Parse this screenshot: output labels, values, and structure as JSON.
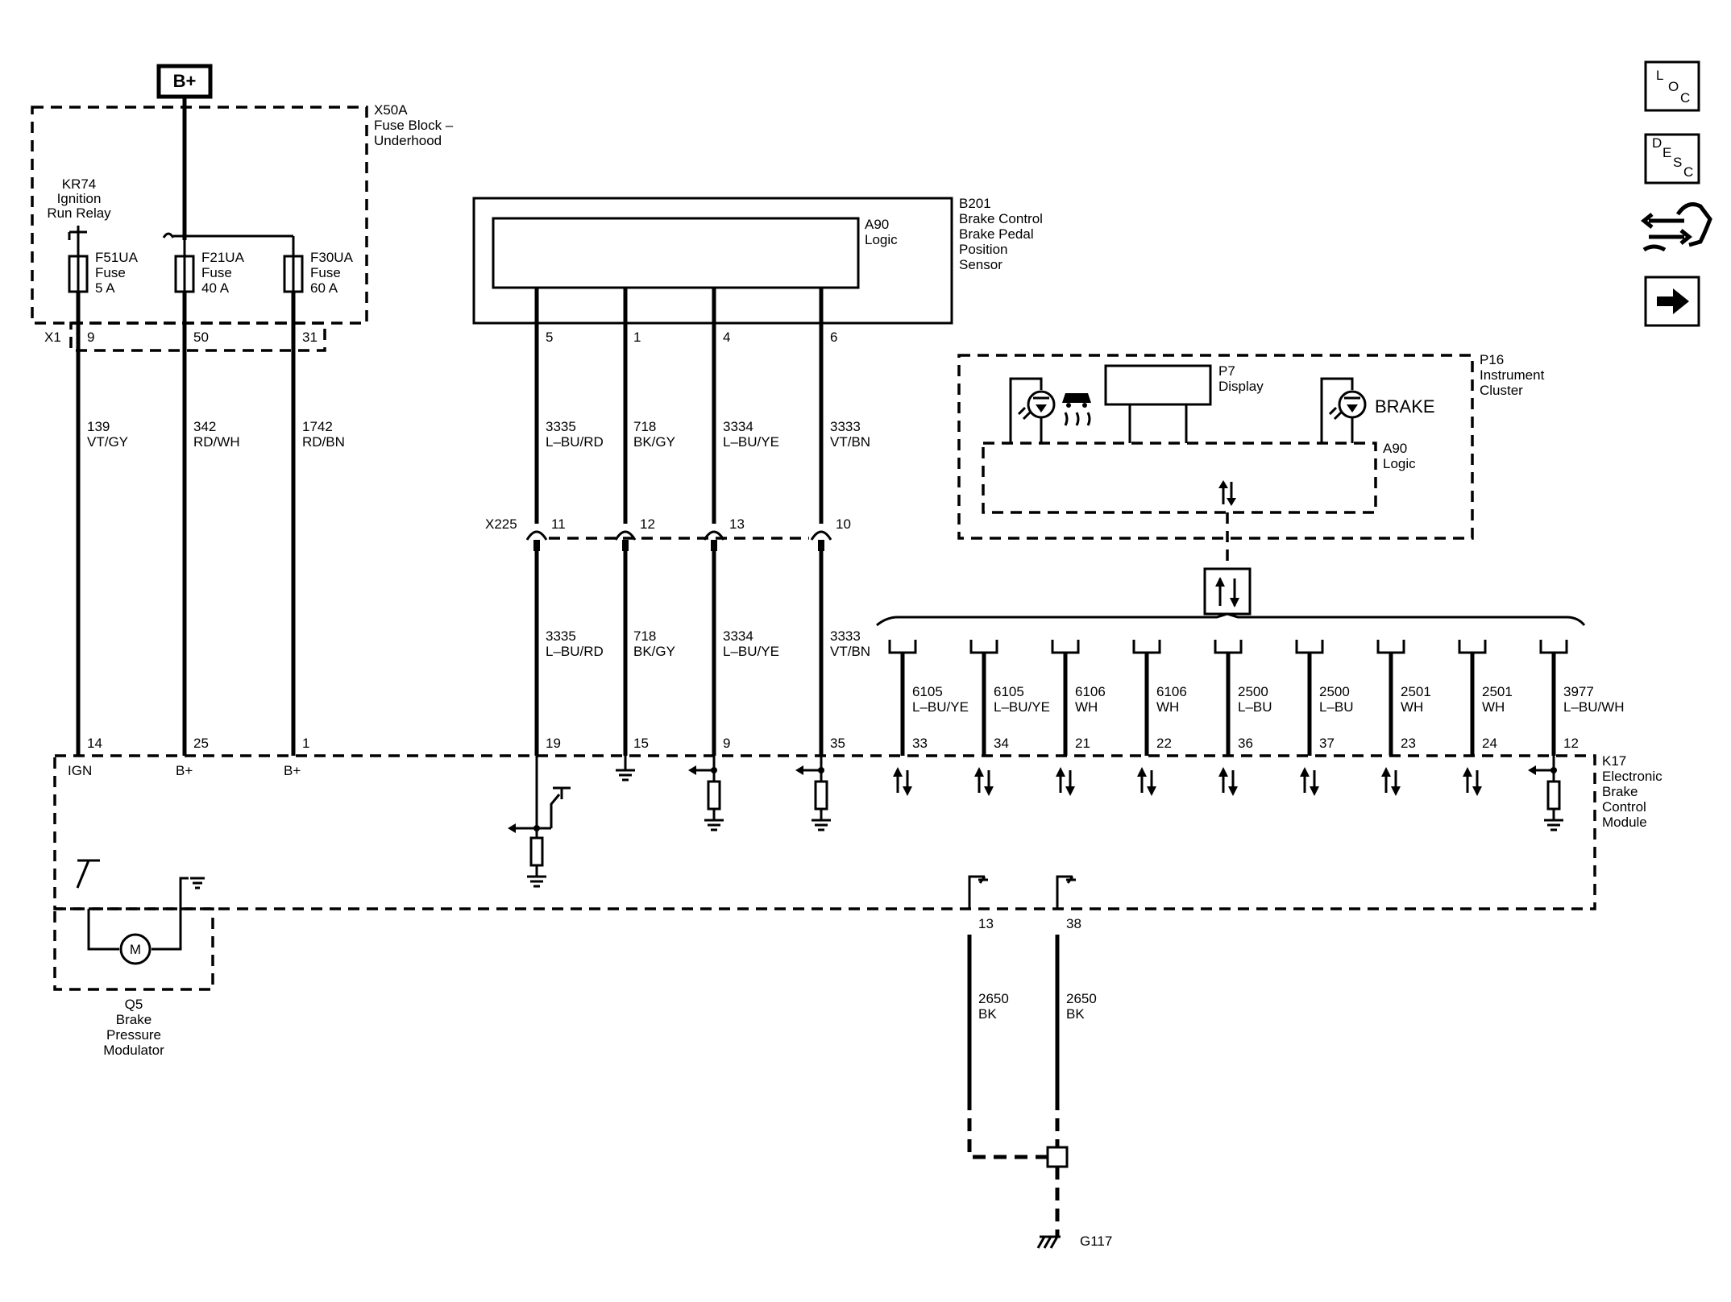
{
  "power": {
    "bplus": "B+"
  },
  "fuse_block": {
    "id": "X50A",
    "name1": "Fuse Block –",
    "name2": "Underhood",
    "connector": "X1",
    "relay": {
      "id": "KR74",
      "l1": "Ignition",
      "l2": "Run Relay"
    },
    "fuses": [
      {
        "id": "F51UA",
        "type": "Fuse",
        "rating": "5 A",
        "pin": "9"
      },
      {
        "id": "F21UA",
        "type": "Fuse",
        "rating": "40 A",
        "pin": "50"
      },
      {
        "id": "F30UA",
        "type": "Fuse",
        "rating": "60 A",
        "pin": "31"
      }
    ]
  },
  "supply_wires": [
    {
      "circuit": "139",
      "color": "VT/GY"
    },
    {
      "circuit": "342",
      "color": "RD/WH"
    },
    {
      "circuit": "1742",
      "color": "RD/BN"
    }
  ],
  "sensor": {
    "id": "B201",
    "l1": "Brake Control",
    "l2": "Brake Pedal",
    "l3": "Position",
    "l4": "Sensor",
    "logic_id": "A90",
    "logic_name": "Logic",
    "pins": [
      "5",
      "1",
      "4",
      "6"
    ]
  },
  "sensor_wires": [
    {
      "circuit": "3335",
      "color": "L–BU/RD"
    },
    {
      "circuit": "718",
      "color": "BK/GY"
    },
    {
      "circuit": "3334",
      "color": "L–BU/YE"
    },
    {
      "circuit": "3333",
      "color": "VT/BN"
    }
  ],
  "inline_connector": {
    "id": "X225",
    "pins": [
      "11",
      "12",
      "13",
      "10"
    ]
  },
  "cluster": {
    "id": "P16",
    "l1": "Instrument",
    "l2": "Cluster",
    "display_id": "P7",
    "display_name": "Display",
    "logic_id": "A90",
    "logic_name": "Logic",
    "brake_label": "BRAKE"
  },
  "bus_wires": [
    {
      "circuit": "6105",
      "color": "L–BU/YE",
      "pin": "33"
    },
    {
      "circuit": "6105",
      "color": "L–BU/YE",
      "pin": "34"
    },
    {
      "circuit": "6106",
      "color": "WH",
      "pin": "21"
    },
    {
      "circuit": "6106",
      "color": "WH",
      "pin": "22"
    },
    {
      "circuit": "2500",
      "color": "L–BU",
      "pin": "36"
    },
    {
      "circuit": "2500",
      "color": "L–BU",
      "pin": "37"
    },
    {
      "circuit": "2501",
      "color": "WH",
      "pin": "23"
    },
    {
      "circuit": "2501",
      "color": "WH",
      "pin": "24"
    },
    {
      "circuit": "3977",
      "color": "L–BU/WH",
      "pin": "12"
    }
  ],
  "module": {
    "id": "K17",
    "l1": "Electronic",
    "l2": "Brake",
    "l3": "Control",
    "l4": "Module",
    "power_pins": [
      {
        "pin": "14",
        "label": "IGN"
      },
      {
        "pin": "25",
        "label": "B+"
      },
      {
        "pin": "1",
        "label": "B+"
      }
    ],
    "sensor_pins": [
      "19",
      "15",
      "9",
      "35"
    ],
    "ground_pins": [
      "13",
      "38"
    ]
  },
  "ground_wires": [
    {
      "circuit": "2650",
      "color": "BK"
    },
    {
      "circuit": "2650",
      "color": "BK"
    }
  ],
  "ground": {
    "id": "G117"
  },
  "modulator": {
    "id": "Q5",
    "l1": "Brake",
    "l2": "Pressure",
    "l3": "Modulator",
    "motor": "M"
  },
  "nav": [
    {
      "name": "loc",
      "chars": [
        "L",
        "O",
        "C"
      ]
    },
    {
      "name": "desc",
      "chars": [
        "D",
        "E",
        "S",
        "C"
      ]
    }
  ]
}
